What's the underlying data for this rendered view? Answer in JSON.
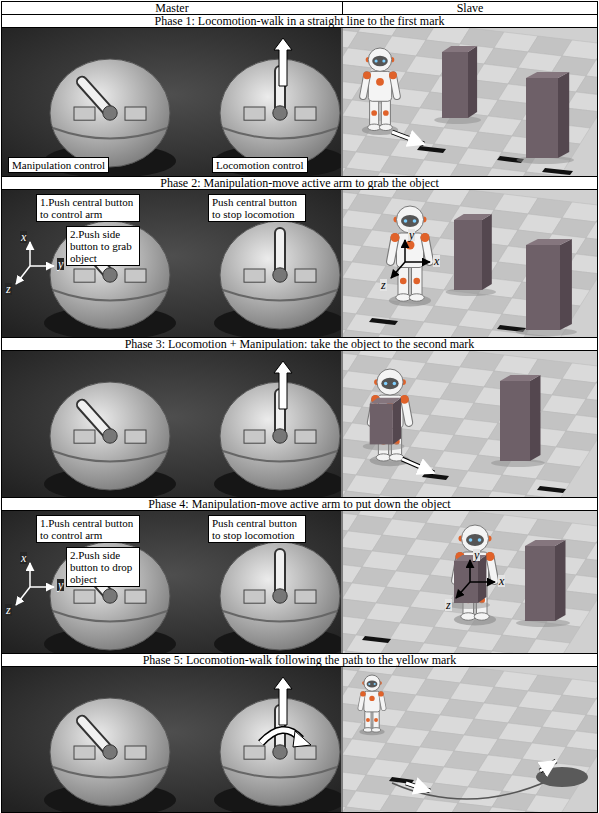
{
  "diagram": {
    "nodes": [
      {
        "text": [
          "Master"
        ]
      },
      {
        "text": [
          "Slave"
        ]
      },
      {
        "text": [
          "Phase 1: Locomotion-walk in a straight line to the first mark"
        ]
      },
      {
        "text": [
          "Manipulation control"
        ]
      },
      {
        "text": [
          "Locomotion control"
        ]
      },
      {
        "text": [
          "Phase 2: Manipulation-move active arm to grab the object"
        ]
      },
      {
        "text": [
          "1.Push central button to control arm"
        ]
      },
      {
        "text": [
          "2.Push side button to grab object"
        ]
      },
      {
        "text": [
          "Push central button to stop locomotion"
        ]
      },
      {
        "text": [
          "Phase 3: Locomotion + Manipulation: take the object to the second mark"
        ]
      },
      {
        "text": [
          "Phase 4: Manipulation-move active arm to put down the object"
        ]
      },
      {
        "text": [
          "1.Push central button to control arm"
        ]
      },
      {
        "text": [
          "2.Push side button to drop object"
        ]
      },
      {
        "text": [
          "Push central button to stop locomotion"
        ]
      },
      {
        "text": [
          "Phase 5: Locomotion-walk following the path to the yellow mark"
        ]
      }
    ],
    "labels": [
      "x",
      "y",
      "z",
      "y",
      "x",
      "z",
      "x",
      "y",
      "z",
      "y",
      "x",
      "z"
    ]
  }
}
